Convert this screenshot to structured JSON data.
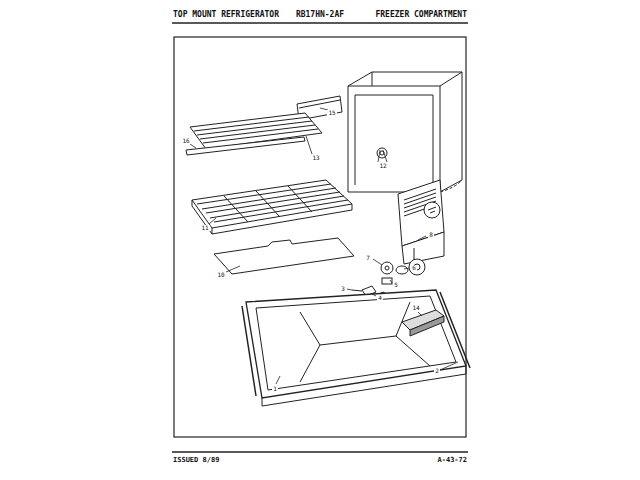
{
  "diagram": {
    "labels": [
      "TOP MOUNT REFRIGERATOR",
      "RB17HN-2AF",
      "FREEZER COMPARTMENT",
      "15",
      "16",
      "13",
      "11",
      "12",
      "8",
      "10",
      "7",
      "6",
      "5",
      "4",
      "3",
      "14",
      "2",
      "1",
      "ISSUED 8/89",
      "A-43-72"
    ]
  }
}
